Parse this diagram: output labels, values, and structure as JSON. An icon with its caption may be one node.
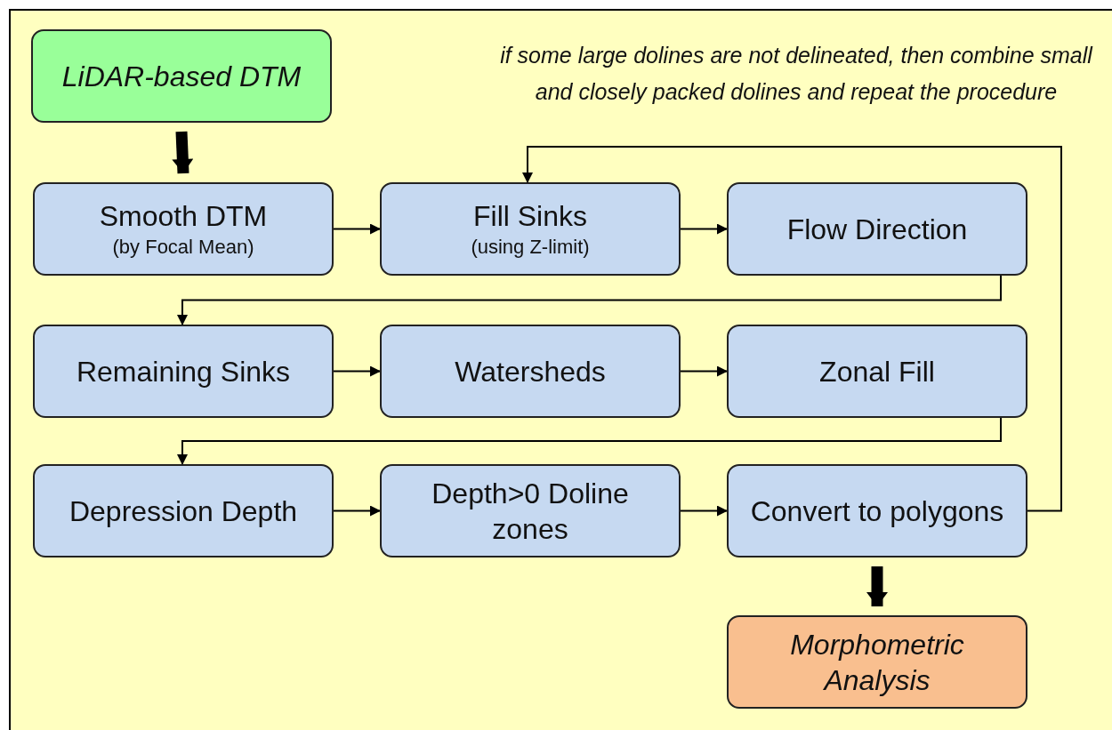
{
  "diagram": {
    "nodes": [
      {
        "text": [
          "LiDAR-based DTM"
        ]
      },
      {
        "text": [
          "Smooth DTM",
          "(by Focal Mean)"
        ]
      },
      {
        "text": [
          "Fill Sinks",
          "(using Z-limit)"
        ]
      },
      {
        "text": [
          "Flow Direction"
        ]
      },
      {
        "text": [
          "Remaining Sinks"
        ]
      },
      {
        "text": [
          "Watersheds"
        ]
      },
      {
        "text": [
          "Zonal Fill"
        ]
      },
      {
        "text": [
          "Depression Depth"
        ]
      },
      {
        "text": [
          "Depth>0 Doline zones"
        ]
      },
      {
        "text": [
          "Convert to polygons"
        ]
      },
      {
        "text": [
          "Morphometric Analysis"
        ]
      }
    ],
    "edges": [
      {
        "from": 0,
        "to": 1,
        "arrow": "to",
        "style": "thick"
      },
      {
        "from": 1,
        "to": 2,
        "arrow": "to"
      },
      {
        "from": 2,
        "to": 3,
        "arrow": "to"
      },
      {
        "from": 3,
        "to": 4,
        "arrow": "to"
      },
      {
        "from": 4,
        "to": 5,
        "arrow": "to"
      },
      {
        "from": 5,
        "to": 6,
        "arrow": "to"
      },
      {
        "from": 6,
        "to": 7,
        "arrow": "to"
      },
      {
        "from": 7,
        "to": 8,
        "arrow": "to"
      },
      {
        "from": 8,
        "to": 9,
        "arrow": "to"
      },
      {
        "from": 9,
        "to": 2,
        "arrow": "to",
        "label": "if some large dolines are not delineated, then combine small and closely packed dolines and repeat the procedure"
      },
      {
        "from": 9,
        "to": 10,
        "arrow": "to",
        "style": "thick"
      }
    ]
  }
}
